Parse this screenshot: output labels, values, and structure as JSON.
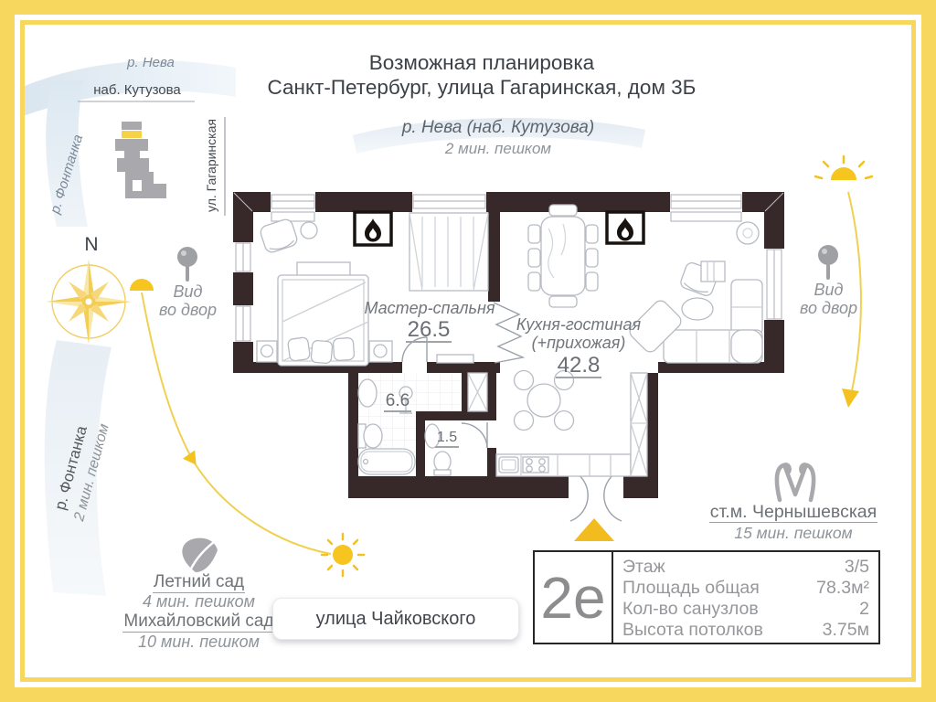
{
  "header": {
    "line1": "Возможная планировка",
    "line2": "Санкт-Петербург, улица Гагаринская, дом 3Б"
  },
  "top_route": {
    "name": "р. Нева (наб. Кутузова)",
    "walk": "2 мин. пешком"
  },
  "mini_map": {
    "river_top": "р. Нева",
    "embankment": "наб. Кутузова",
    "river_left": "р. Фонтанка",
    "street": "ул. Гагаринская"
  },
  "compass": {
    "north": "N"
  },
  "view_label": {
    "line1": "Вид",
    "line2": "во двор"
  },
  "left_route": {
    "name": "р. Фонтанка",
    "walk": "2 мин. пешком"
  },
  "plan": {
    "bedroom": {
      "name": "Мастер-спальня",
      "area": "26.5"
    },
    "kitchen": {
      "name": "Кухня-гостиная",
      "name_extra": "(+прихожая)",
      "area": "42.8"
    },
    "bath": {
      "area": "6.6"
    },
    "wc": {
      "area": "1.5"
    }
  },
  "parks": [
    {
      "name": "Летний сад",
      "walk": "4 мин. пешком"
    },
    {
      "name": "Михайловский сад",
      "walk": "10 мин. пешком"
    }
  ],
  "street": {
    "name": "улица Чайковского"
  },
  "metro": {
    "name": "ст.м. Чернышевская",
    "walk": "15 мин. пешком"
  },
  "info": {
    "plan_code": "2е",
    "rows": [
      {
        "label": "Этаж",
        "value": "3/5"
      },
      {
        "label": "Площадь общая",
        "value": "78.3м²"
      },
      {
        "label": "Кол-во санузлов",
        "value": "2"
      },
      {
        "label": "Высота потолков",
        "value": "3.75м"
      }
    ]
  },
  "colors": {
    "frame": "#f8d75f",
    "accent_yellow": "#f5c826",
    "wall": "#37292a",
    "river": "#dde8f1"
  }
}
